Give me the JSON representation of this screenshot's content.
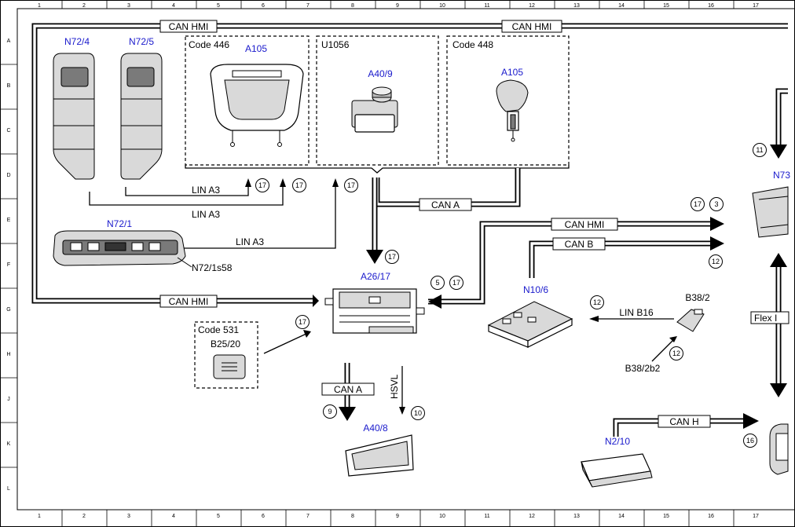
{
  "frame": {
    "columns": [
      "1",
      "2",
      "3",
      "4",
      "5",
      "6",
      "7",
      "8",
      "9",
      "10",
      "11",
      "12",
      "13",
      "14",
      "15",
      "16",
      "17"
    ],
    "rows": [
      "A",
      "B",
      "C",
      "D",
      "E",
      "F",
      "G",
      "H",
      "J",
      "K",
      "L"
    ]
  },
  "components": {
    "n72_4": "N72/4",
    "n72_5": "N72/5",
    "n72_1": "N72/1",
    "n72_1s58": "N72/1s58",
    "a105_left": "A105",
    "a40_9": "A40/9",
    "a105_right": "A105",
    "a26_17": "A26/17",
    "b25_20": "B25/20",
    "a40_8": "A40/8",
    "n10_6": "N10/6",
    "b38_2": "B38/2",
    "b38_2b2": "B38/2b2",
    "n2_10": "N2/10",
    "n73": "N73"
  },
  "groups": {
    "code_446": "Code 446",
    "u1056": "U1056",
    "code_448": "Code 448",
    "code_531": "Code 531"
  },
  "buses": {
    "can_hmi_1": "CAN HMI",
    "can_hmi_2": "CAN HMI",
    "can_hmi_3": "CAN HMI",
    "can_hmi_4": "CAN HMI",
    "can_a_1": "CAN A",
    "can_a_2": "CAN A",
    "can_b": "CAN B",
    "can_h": "CAN H",
    "flex": "Flex I"
  },
  "lines": {
    "lin_a3_1": "LIN A3",
    "lin_a3_2": "LIN A3",
    "lin_a3_3": "LIN A3",
    "lin_b16": "LIN B16",
    "hsvl": "HSVL"
  },
  "callouts": {
    "c17_a": "17",
    "c17_b": "17",
    "c17_c": "17",
    "c17_d": "17",
    "c17_e": "17",
    "c17_f": "17",
    "c17_g": "17",
    "c5": "5",
    "c3": "3",
    "c11": "11",
    "c12_a": "12",
    "c12_b": "12",
    "c12_c": "12",
    "c9": "9",
    "c10": "10",
    "c16": "16"
  }
}
